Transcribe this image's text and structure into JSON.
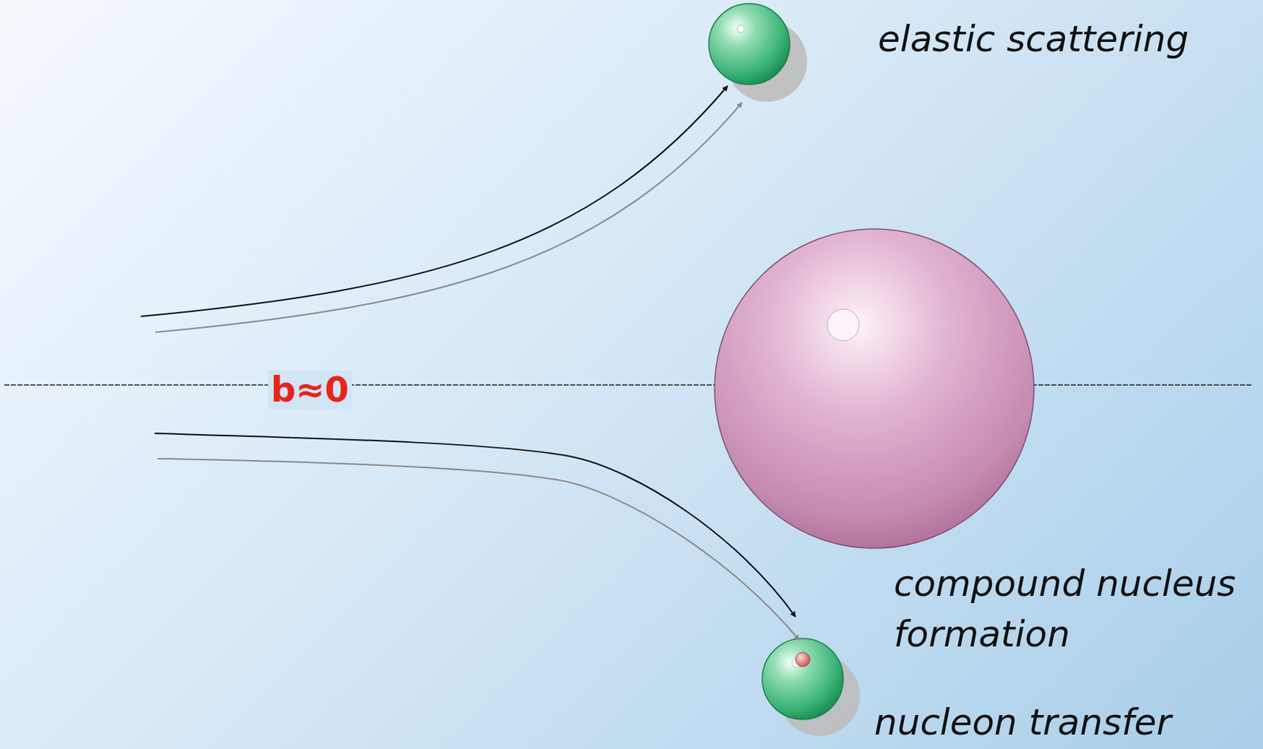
{
  "diagram": {
    "labels": [
      "b≈0",
      "elastic scattering",
      "compound nucleus formation",
      "nucleon transfer"
    ]
  }
}
